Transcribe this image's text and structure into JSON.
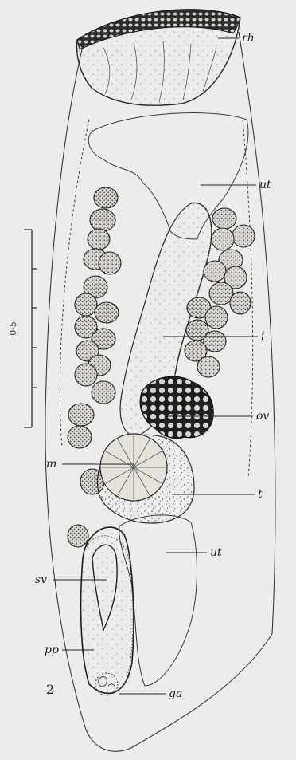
{
  "figure": {
    "number": "2",
    "scale_bar_label": "0·5"
  },
  "labels": {
    "rh": "rh",
    "ut_upper": "ut",
    "i": "i",
    "ov": "ov",
    "m": "m",
    "t": "t",
    "ut_lower": "ut",
    "sv": "sv",
    "pp": "pp",
    "ga": "ga"
  }
}
